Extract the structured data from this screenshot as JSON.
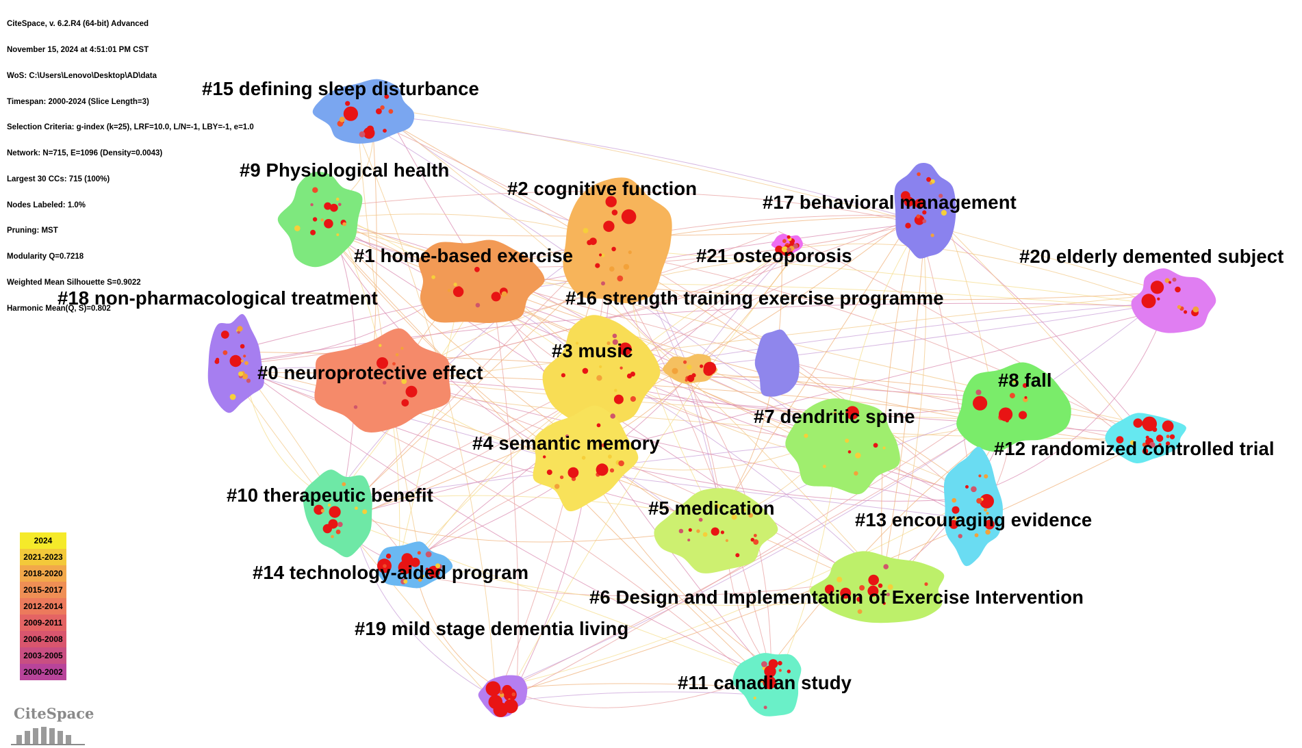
{
  "metadata_lines": [
    "CiteSpace, v. 6.2.R4 (64-bit) Advanced",
    "November 15, 2024 at 4:51:01 PM CST",
    "WoS: C:\\Users\\Lenovo\\Desktop\\AD\\data",
    "Timespan: 2000-2024 (Slice Length=3)",
    "Selection Criteria: g-index (k=25), LRF=10.0, L/N=-1, LBY=-1, e=1.0",
    "Network: N=715, E=1096 (Density=0.0043)",
    "Largest 30 CCs: 715 (100%)",
    "Nodes Labeled: 1.0%",
    "Pruning: MST",
    "Modularity Q=0.7218",
    "Weighted Mean Silhouette S=0.9022",
    "Harmonic Mean(Q, S)=0.802"
  ],
  "clusters": [
    {
      "id": "15",
      "label": "#15 defining sleep disturbance",
      "color": "#7aa6f0"
    },
    {
      "id": "9",
      "label": "#9 Physiological health",
      "color": "#7ee87e"
    },
    {
      "id": "2",
      "label": "#2 cognitive function",
      "color": "#f7b45a"
    },
    {
      "id": "17",
      "label": "#17 behavioral management",
      "color": "#8a82ee"
    },
    {
      "id": "1",
      "label": "#1 home-based exercise",
      "color": "#f29a55"
    },
    {
      "id": "21",
      "label": "#21 osteoporosis",
      "color": "#ee6ef0"
    },
    {
      "id": "20",
      "label": "#20 elderly demented subject",
      "color": "#e07ef2"
    },
    {
      "id": "18",
      "label": "#18 non-pharmacological treatment",
      "color": "#a67ef0"
    },
    {
      "id": "16",
      "label": "#16 strength training exercise programme",
      "color": "#f5c060"
    },
    {
      "id": "3",
      "label": "#3 music",
      "color": "#f8dd55"
    },
    {
      "id": "0",
      "label": "#0 neuroprotective effect",
      "color": "#f58a6a"
    },
    {
      "id": "8",
      "label": "#8 fall",
      "color": "#7aec6a"
    },
    {
      "id": "7",
      "label": "#7 dendritic spine",
      "color": "#9fee6e"
    },
    {
      "id": "12",
      "label": "#12 randomized controlled trial",
      "color": "#66e8f0"
    },
    {
      "id": "4",
      "label": "#4 semantic memory",
      "color": "#f8e25a"
    },
    {
      "id": "10",
      "label": "#10 therapeutic benefit",
      "color": "#6ee8a6"
    },
    {
      "id": "5",
      "label": "#5 medication",
      "color": "#cdf070"
    },
    {
      "id": "13",
      "label": "#13 encouraging evidence",
      "color": "#6adcf2"
    },
    {
      "id": "14",
      "label": "#14 technology-aided program",
      "color": "#6ab8f2"
    },
    {
      "id": "6",
      "label": "#6 Design and Implementation of Exercise Intervention",
      "color": "#bdf06a"
    },
    {
      "id": "19",
      "label": "#19 mild stage dementia living",
      "color": "#b57ef0"
    },
    {
      "id": "11",
      "label": "#11 canadian study",
      "color": "#6af0c8"
    }
  ],
  "legend": [
    {
      "label": "2024",
      "color": "#f5ea2a"
    },
    {
      "label": "2021-2023",
      "color": "#f3c93a"
    },
    {
      "label": "2018-2020",
      "color": "#f2a84a"
    },
    {
      "label": "2015-2017",
      "color": "#ef8f55"
    },
    {
      "label": "2012-2014",
      "color": "#ec7a5c"
    },
    {
      "label": "2009-2011",
      "color": "#e46464"
    },
    {
      "label": "2006-2008",
      "color": "#d9566e"
    },
    {
      "label": "2003-2005",
      "color": "#c94f82"
    },
    {
      "label": "2000-2002",
      "color": "#b8449a"
    }
  ],
  "logo_text": "CiteSpace"
}
